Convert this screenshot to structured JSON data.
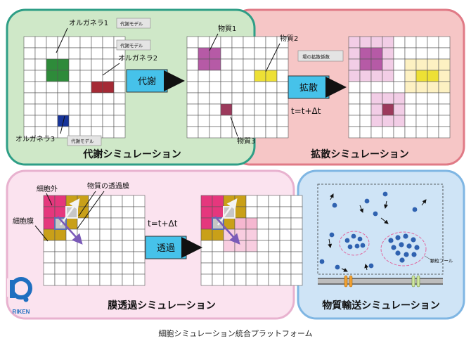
{
  "caption": "細胞シミュレーション統合プラットフォーム",
  "logo": {
    "text": "RIKEN"
  },
  "colors": {
    "metabolism_panel": "#cfe8c8",
    "metabolism_border": "#2e9e86",
    "diffusion_panel": "#f6c6c6",
    "diffusion_border": "#e07a86",
    "membrane_panel": "#fbe3ef",
    "membrane_border": "#e8b2cf",
    "transport_panel": "#cfe4f6",
    "transport_border": "#7fb6e3",
    "process_box": "#46c2ea",
    "organelle1": "#2e8b3a",
    "organelle2": "#a52a35",
    "organelle3": "#17349a",
    "substance1": "#b65aa6",
    "substance2": "#ede035",
    "substance3": "#9c3a5c",
    "outside": "#e5377d",
    "membrane": "#c9a018",
    "particle": "#2f62b0"
  },
  "metabolism": {
    "title": "代謝シミュレーション",
    "labels": {
      "organelle1": "オルガネラ1",
      "organelle2": "オルガネラ2",
      "organelle3": "オルガネラ3",
      "model_tag_1": "代謝モデル",
      "model_tag_2": "代謝モデル",
      "model_tag_3": "代謝モデル",
      "substance1": "物質1",
      "substance2": "物質2",
      "substance3": "物質3"
    },
    "process_label": "代謝"
  },
  "diffusion": {
    "title": "拡散シミュレーション",
    "process_label": "拡散",
    "time_step": "t=t+Δt",
    "coef_tag": "場の拡散係数"
  },
  "membrane": {
    "title": "膜透過シミュレーション",
    "labels": {
      "outside": "細胞外",
      "membrane": "細胞膜",
      "permeable": "物質の透過膜"
    },
    "time_step": "t=t+Δt",
    "process_label": "透過"
  },
  "transport": {
    "title": "物質輸送シミュレーション",
    "pool_label": "顆粒プール"
  }
}
